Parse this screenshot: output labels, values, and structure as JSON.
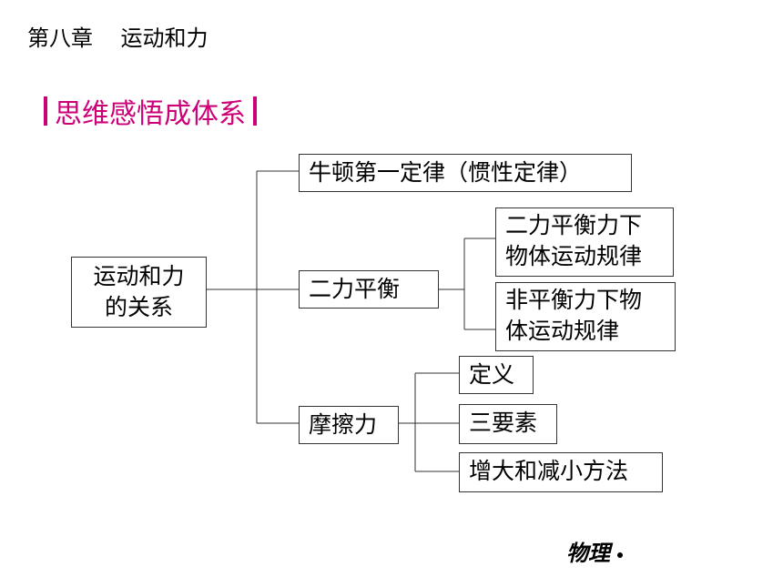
{
  "chapter": {
    "label": "第八章",
    "title": "运动和力"
  },
  "section_title": "思维感悟成体系",
  "diagram": {
    "root": {
      "line1": "运动和力",
      "line2": "的关系"
    },
    "law": "牛顿第一定律（惯性定律）",
    "balance": "二力平衡",
    "balance_sub1": {
      "line1": "二力平衡力下",
      "line2": "物体运动规律"
    },
    "balance_sub2": {
      "line1": "非平衡力下物",
      "line2": "体运动规律"
    },
    "friction": "摩擦力",
    "friction_sub1": "定义",
    "friction_sub2": "三要素",
    "friction_sub3": "增大和减小方法"
  },
  "footer": {
    "subject": "物理"
  }
}
